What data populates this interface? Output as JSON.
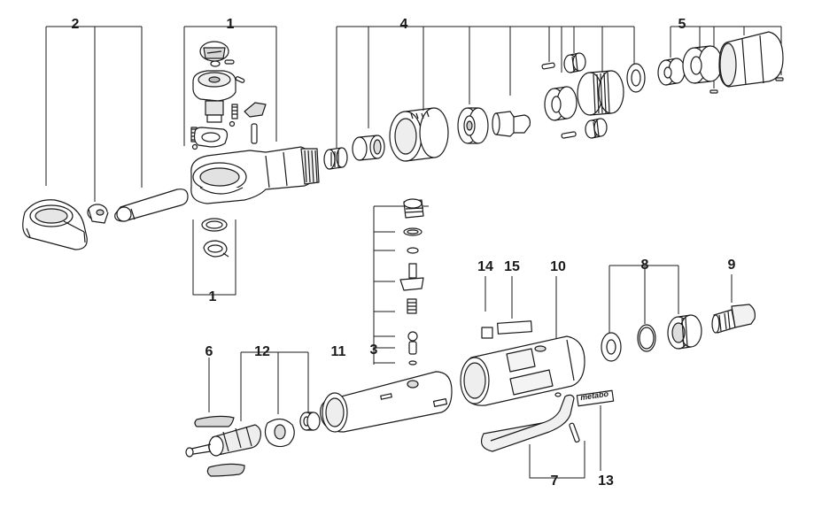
{
  "diagram": {
    "labels": {
      "p1_top": "1",
      "p1_bottom": "1",
      "p2": "2",
      "p3": "3",
      "p4": "4",
      "p5": "5",
      "p6": "6",
      "p7": "7",
      "p8": "8",
      "p9": "9",
      "p10": "10",
      "p11": "11",
      "p12": "12",
      "p13": "13",
      "p14": "14",
      "p15": "15"
    },
    "brand_logo_text": "metabo"
  },
  "colors": {
    "line": "#1a1a1a",
    "shade": "#cfcfcf",
    "fill": "#ffffff"
  }
}
